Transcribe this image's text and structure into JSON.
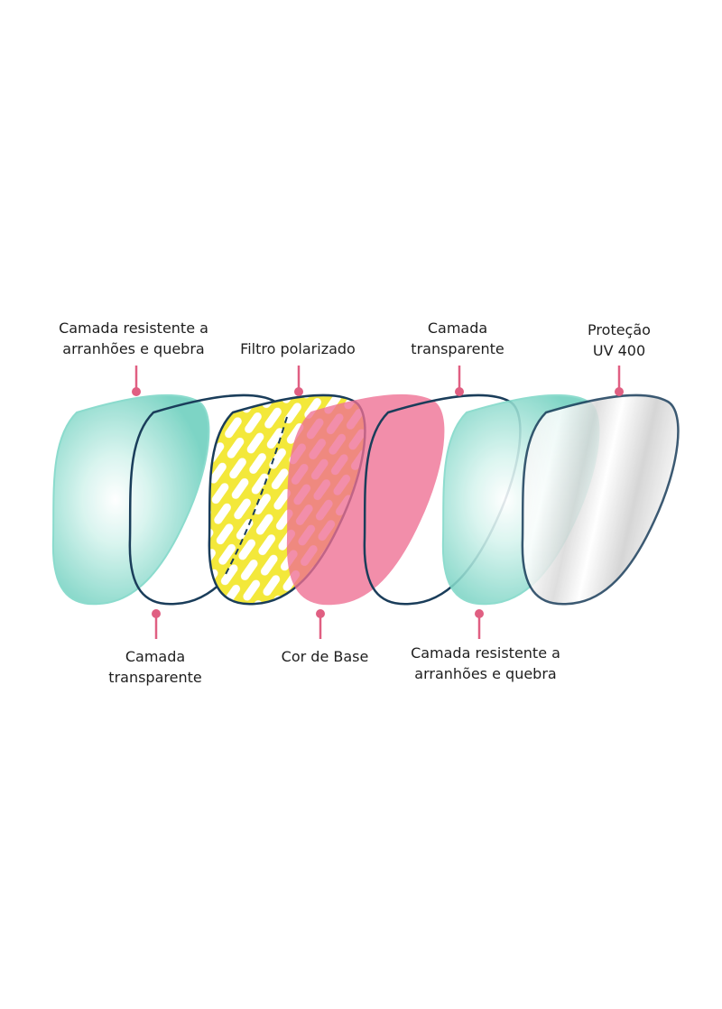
{
  "colors": {
    "teal": "#7fd8c8",
    "outline_dark": "#1a3d5a",
    "yellow": "#f3e83a",
    "pink": "#ef6f93",
    "pin": "#e05f82"
  },
  "labels": {
    "top": [
      {
        "id": "scratch-top",
        "lines": [
          "Camada resistente a",
          "arranhões e quebra"
        ]
      },
      {
        "id": "polarized",
        "lines": [
          "Filtro polarizado"
        ]
      },
      {
        "id": "clear-top",
        "lines": [
          "Camada",
          "transparente"
        ]
      },
      {
        "id": "uv",
        "lines": [
          "Proteção",
          "UV 400"
        ]
      }
    ],
    "bottom": [
      {
        "id": "clear-bottom",
        "lines": [
          "Camada",
          "transparente"
        ]
      },
      {
        "id": "base-color",
        "lines": [
          "Cor de Base"
        ]
      },
      {
        "id": "scratch-bottom",
        "lines": [
          "Camada resistente a",
          "arranhões e quebra"
        ]
      }
    ]
  },
  "layers": [
    {
      "id": "teal-1",
      "fill": "teal"
    },
    {
      "id": "outline-1",
      "fill": "none"
    },
    {
      "id": "polarized",
      "fill": "yellow"
    },
    {
      "id": "pink-base",
      "fill": "pink"
    },
    {
      "id": "outline-2",
      "fill": "none"
    },
    {
      "id": "teal-2",
      "fill": "teal"
    },
    {
      "id": "uv-clear",
      "fill": "silver"
    }
  ]
}
